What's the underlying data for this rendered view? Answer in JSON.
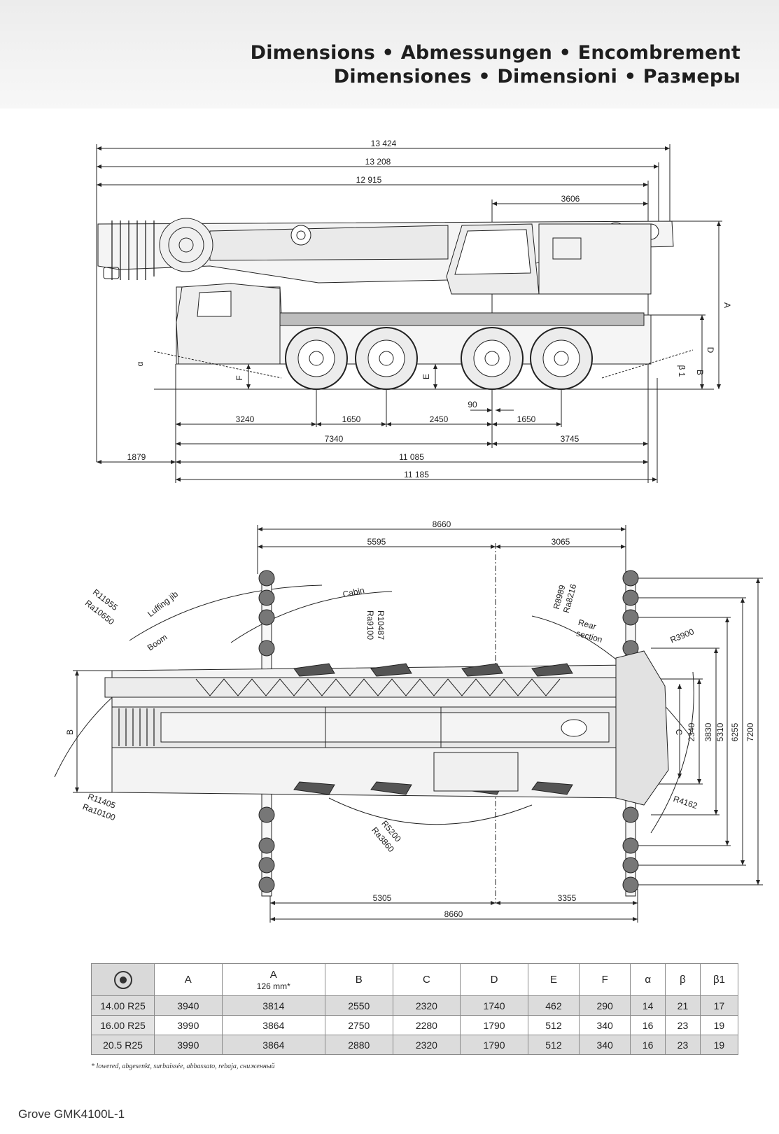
{
  "header": {
    "title_line1": "Dimensions • Abmessungen • Encombrement",
    "title_line2": "Dimensiones • Dimensioni • Размеры"
  },
  "side_view": {
    "top_dims": [
      "13 424",
      "13 208",
      "12 915",
      "3606"
    ],
    "bottom_dims": [
      "3240",
      "1650",
      "2450",
      "1650",
      "90",
      "7340",
      "3745",
      "1879",
      "11 085",
      "11 185"
    ],
    "letters": [
      "A",
      "D",
      "B",
      "β 1",
      "α",
      "F",
      "E"
    ]
  },
  "top_view": {
    "top_dims": [
      "8660",
      "5595",
      "3065"
    ],
    "bottom_dims": [
      "5305",
      "3355",
      "8660"
    ],
    "right_dims": [
      "2340",
      "3830",
      "5310",
      "6255",
      "7200"
    ],
    "letters": [
      "B",
      "C"
    ],
    "radii": {
      "luffing_r": "R11955",
      "luffing_ra": "Ra10650",
      "luffing_label": "Luffing jib",
      "boom_label": "Boom",
      "cabin_label": "Cabin",
      "cabin_r": "R10487",
      "cabin_ra": "Ra9100",
      "rear_r": "R8989",
      "rear_ra": "Ra8216",
      "rear_label1": "Rear",
      "rear_label2": "section",
      "r3900": "R3900",
      "r4162": "R4162",
      "front_r": "R11405",
      "front_ra": "Ra10100",
      "r5200": "R5200",
      "ra3860": "Ra3860"
    }
  },
  "table": {
    "headers": [
      "A",
      "A",
      "B",
      "C",
      "D",
      "E",
      "F",
      "α",
      "β",
      "β1"
    ],
    "header_sub": "126 mm*",
    "rows": [
      [
        "14.00 R25",
        "3940",
        "3814",
        "2550",
        "2320",
        "1740",
        "462",
        "290",
        "14",
        "21",
        "17"
      ],
      [
        "16.00 R25",
        "3990",
        "3864",
        "2750",
        "2280",
        "1790",
        "512",
        "340",
        "16",
        "23",
        "19"
      ],
      [
        "20.5 R25",
        "3990",
        "3864",
        "2880",
        "2320",
        "1790",
        "512",
        "340",
        "16",
        "23",
        "19"
      ]
    ]
  },
  "footnote": "* lowered, abgesenkt, surbaissée, abbassato, rebaja, сниженный",
  "footer": "Grove GMK4100L-1"
}
